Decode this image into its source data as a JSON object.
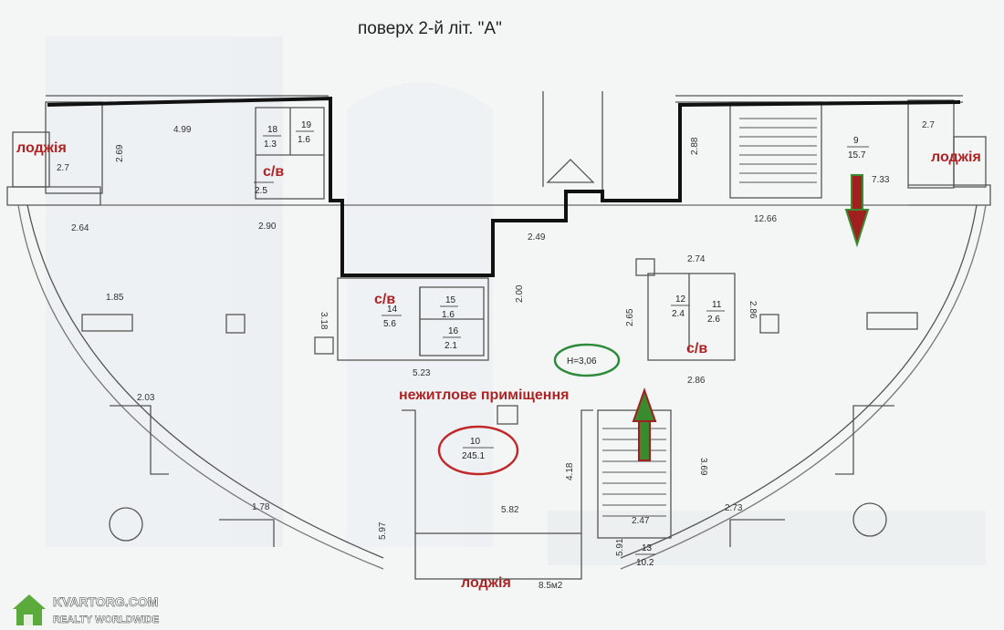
{
  "title": "поверх 2-й  літ. \"А\"",
  "labels": {
    "loggia_left": "лоджія",
    "loggia_right": "лоджія",
    "loggia_bottom": "лоджія",
    "loggia_bottom_area": "8.5м2",
    "wc_1": "с/в",
    "wc_2": "с/в",
    "wc_3": "с/в",
    "main_room": "нежитлове приміщення",
    "height": "Н=3,06"
  },
  "rooms": [
    {
      "number": "18",
      "area": "1.3"
    },
    {
      "number": "19",
      "area": "1.6"
    },
    {
      "number": "",
      "area": "2.5"
    },
    {
      "number": "9",
      "area": "15.7"
    },
    {
      "number": "14",
      "area": "5.6"
    },
    {
      "number": "15",
      "area": "1.6"
    },
    {
      "number": "16",
      "area": "2.1"
    },
    {
      "number": "12",
      "area": "2.4"
    },
    {
      "number": "11",
      "area": "2.6"
    },
    {
      "number": "10",
      "area": "245.1"
    },
    {
      "number": "13",
      "area": "10.2"
    }
  ],
  "dimensions": {
    "d_4_99": "4.99",
    "d_2_69": "2.69",
    "d_2_7_left": "2.7",
    "d_2_7_right": "2.7",
    "d_2_88": "2.88",
    "d_7_33": "7.33",
    "d_2_64": "2.64",
    "d_2_90": "2.90",
    "d_12_66": "12.66",
    "d_2_49": "2.49",
    "d_2_74": "2.74",
    "d_1_85": "1.85",
    "d_3_18": "3.18",
    "d_2_00": "2.00",
    "d_2_65": "2.65",
    "d_2_86_v": "2.86",
    "d_5_23": "5.23",
    "d_2_86": "2.86",
    "d_2_03": "2.03",
    "d_4_18": "4.18",
    "d_3_69": "3.69",
    "d_1_78": "1.78",
    "d_5_82": "5.82",
    "d_2_73": "2.73",
    "d_5_97": "5.97",
    "d_5_91": "5.91",
    "d_2_47": "2.47"
  },
  "watermark": {
    "brand": "KVARTORG.COM",
    "tagline": "REALTY WORLDWIDE"
  },
  "colors": {
    "partition": "#111111",
    "label_red": "#b02323",
    "arrow_green": "#3a8a2e",
    "arrow_red": "#a02020",
    "ellipse_red": "#c0282a",
    "ellipse_green": "#2e8b3a"
  }
}
